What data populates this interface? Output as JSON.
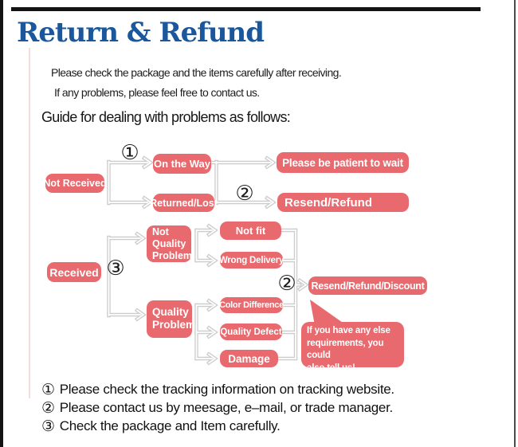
{
  "page": {
    "title": "Return & Refund",
    "intro_line1": "Please check the package and the items carefully after receiving.",
    "intro_line2": "If any problems, please feel free to contact us.",
    "guide_heading": "Guide for dealing with problems as follows:"
  },
  "colors": {
    "accent_pink": "#e96a6e",
    "title_blue": "#1a579d",
    "connector_gray": "#cccccc",
    "border_black": "#131313"
  },
  "flowchart": {
    "nodes": {
      "not_received": "Not Received",
      "on_the_way": "On the Way",
      "returned_lost": "Returned/Lost",
      "be_patient": "Please be patient to wait",
      "resend_refund": "Resend/Refund",
      "not_quality_problem": "Not\nQuality\nProblem",
      "not_fit": "Not fit",
      "wrong_delivery": "Wrong Delivery",
      "received": "Received",
      "quality_problem": "Quality\nProblem",
      "color_difference": "Color Difference",
      "quality_defect": "Quality Defect",
      "damage": "Damage",
      "resend_refund_discount": "Resend/Refund/Discount",
      "bubble_note": "If you have any else\nrequirements, you could\nalso tell us!"
    },
    "markers": {
      "m1": "①",
      "m2": "②",
      "m3": "③"
    }
  },
  "footnotes": [
    {
      "marker": "①",
      "text": "Please check the tracking information on tracking website."
    },
    {
      "marker": "②",
      "text": "Please contact us by meesage, e–mail, or trade manager."
    },
    {
      "marker": "③",
      "text": "Check the package and Item carefully."
    }
  ]
}
